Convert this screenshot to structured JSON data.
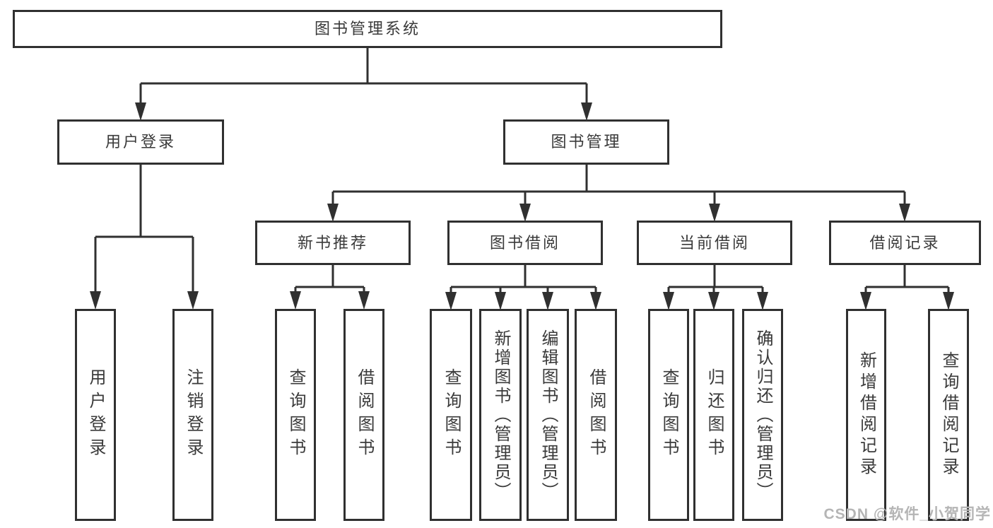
{
  "diagram": {
    "type": "tree",
    "root": {
      "label": "图书管理系统"
    },
    "children": [
      {
        "label": "用户登录",
        "children": [
          {
            "label": "用户登录"
          },
          {
            "label": "注销登录"
          }
        ]
      },
      {
        "label": "图书管理",
        "children": [
          {
            "label": "新书推荐",
            "children": [
              {
                "label": "查询图书"
              },
              {
                "label": "借阅图书"
              }
            ]
          },
          {
            "label": "图书借阅",
            "children": [
              {
                "label": "查询图书"
              },
              {
                "label": "新增图书（管理员）"
              },
              {
                "label": "编辑图书（管理员）"
              },
              {
                "label": "借阅图书"
              }
            ]
          },
          {
            "label": "当前借阅",
            "children": [
              {
                "label": "查询图书"
              },
              {
                "label": "归还图书"
              },
              {
                "label": "确认归还（管理员）"
              }
            ]
          },
          {
            "label": "借阅记录",
            "children": [
              {
                "label": "新增借阅记录"
              },
              {
                "label": "查询借阅记录"
              }
            ]
          }
        ]
      }
    ]
  },
  "watermark": {
    "text": "CSDN @软件_小贺同学"
  },
  "colors": {
    "line": "#303030",
    "box_border": "#303030",
    "box_fill": "#ffffff",
    "text": "#3a3a3a",
    "watermark": "#b5b5b5",
    "background": "#ffffff"
  }
}
